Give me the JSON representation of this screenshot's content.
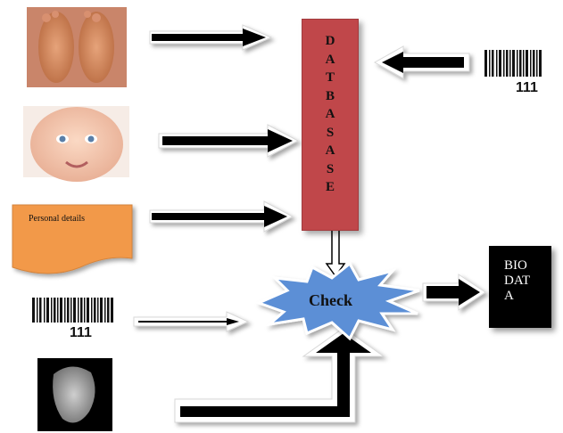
{
  "diagram": {
    "database_letters": [
      "D",
      "A",
      "T",
      "B",
      "A",
      "S",
      "A",
      "S",
      "E"
    ],
    "personal_details": "Personal details",
    "check_label": "Check",
    "bio_label": "BIO\nDAT\nA",
    "barcode_top_number": "111",
    "barcode_left_number": "111"
  },
  "colors": {
    "database_fill": "#c0474a",
    "personal_fill": "#f2994a",
    "check_fill": "#5b8fd6",
    "bio_fill": "#000000"
  }
}
